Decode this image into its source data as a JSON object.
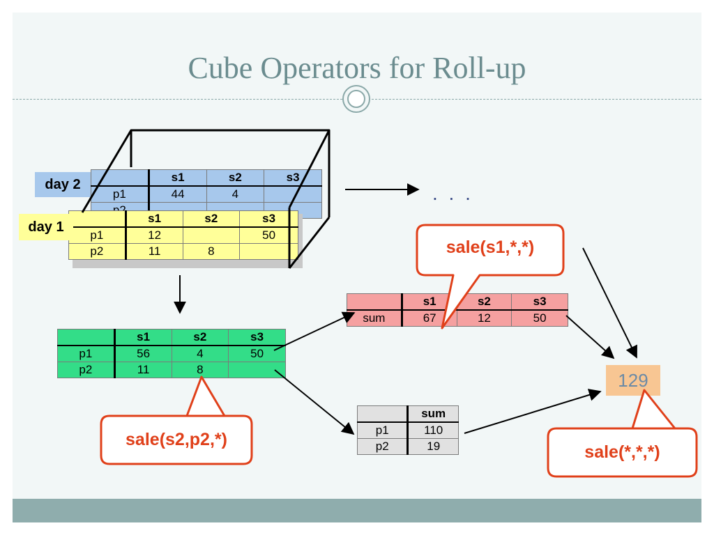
{
  "slide": {
    "title": "Cube Operators for Roll-up",
    "continuation": ". . ."
  },
  "cube": {
    "day2": {
      "label": "day 2",
      "headers": [
        "",
        "s1",
        "s2",
        "s3"
      ],
      "rows": [
        [
          "p1",
          "44",
          "4",
          ""
        ],
        [
          "p2",
          "",
          "",
          ""
        ]
      ]
    },
    "day1": {
      "label": "day 1",
      "headers": [
        "",
        "s1",
        "s2",
        "s3"
      ],
      "rows": [
        [
          "p1",
          "12",
          "",
          "50"
        ],
        [
          "p2",
          "11",
          "8",
          ""
        ]
      ]
    }
  },
  "aggregate_by_product_store": {
    "headers": [
      "",
      "s1",
      "s2",
      "s3"
    ],
    "rows": [
      [
        "p1",
        "56",
        "4",
        "50"
      ],
      [
        "p2",
        "11",
        "8",
        ""
      ]
    ]
  },
  "aggregate_by_store": {
    "headers": [
      "",
      "s1",
      "s2",
      "s3"
    ],
    "rows": [
      [
        "sum",
        "67",
        "12",
        "50"
      ]
    ]
  },
  "aggregate_by_product": {
    "headers": [
      "",
      "sum"
    ],
    "rows": [
      [
        "p1",
        "110"
      ],
      [
        "p2",
        "19"
      ]
    ]
  },
  "grand_total": "129",
  "callouts": {
    "store_slice": "sale(s1,*,*)",
    "cell": "sale(s2,p2,*)",
    "all": "sale(*,*,*)"
  },
  "colors": {
    "day2": "#a7c8ec",
    "day1": "#ffff99",
    "green_table": "#33dd88",
    "red_table": "#f5a0a0",
    "gray_table": "#e1e1e1",
    "total": "#f8c693",
    "callout": "#e0401a",
    "title": "#6b8c8f"
  }
}
